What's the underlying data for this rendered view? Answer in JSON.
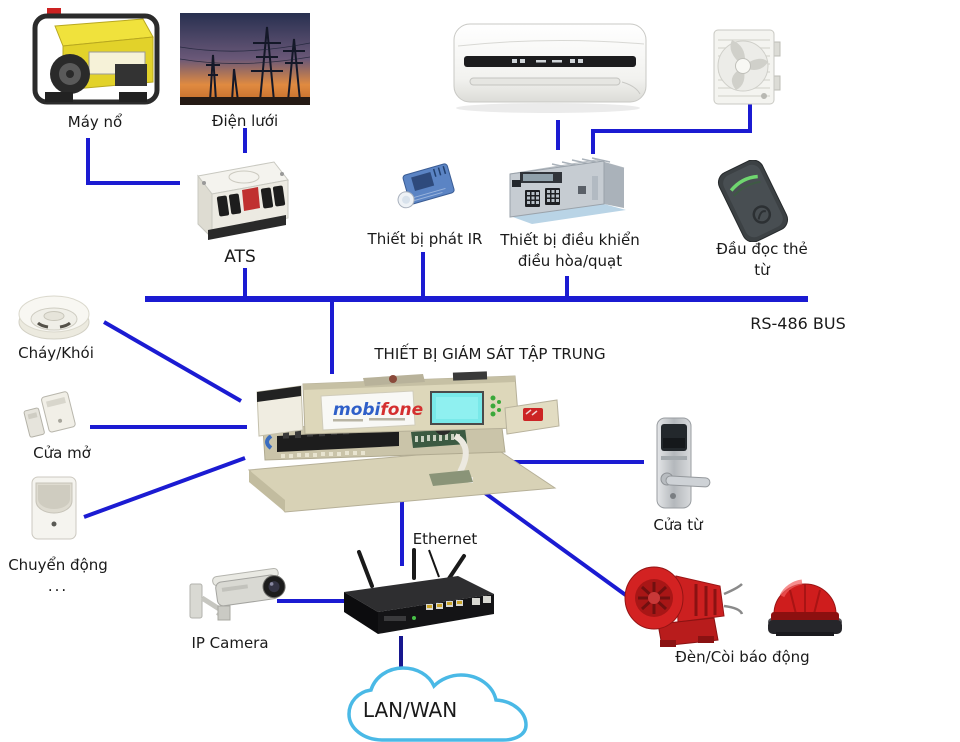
{
  "title": "THIẾT BỊ GIÁM SÁT TẬP TRUNG",
  "bus": {
    "label": "RS-486 BUS"
  },
  "central": {
    "brand_part1": "mobi",
    "brand_part2": "fone"
  },
  "nodes": {
    "generator": "Máy nổ",
    "power_grid": "Điện lưới",
    "ats": "ATS",
    "ir_transmitter": "Thiết bị phát IR",
    "hvac_controller_line1": "Thiết bị điều khiển",
    "hvac_controller_line2": "điều hòa/quạt",
    "card_reader_line1": "Đầu đọc thẻ",
    "card_reader_line2": "từ",
    "smoke_detector": "Cháy/Khói",
    "door_contact": "Cửa mở",
    "motion_sensor": "Chuyển động",
    "motion_more": "...",
    "door_lock": "Cửa từ",
    "ip_camera": "IP Camera",
    "ethernet": "Ethernet",
    "alarm": "Đèn/Còi báo động",
    "cloud": "LAN/WAN"
  },
  "colors": {
    "connector": "#1b1bd2",
    "bus": "#1b1bd2",
    "cloud_link": "#17178f",
    "cloud_outline": "#4ab9e6",
    "text": "#1a1a1a",
    "brand_blue": "#2f5fc8",
    "brand_red": "#d42f2f"
  }
}
